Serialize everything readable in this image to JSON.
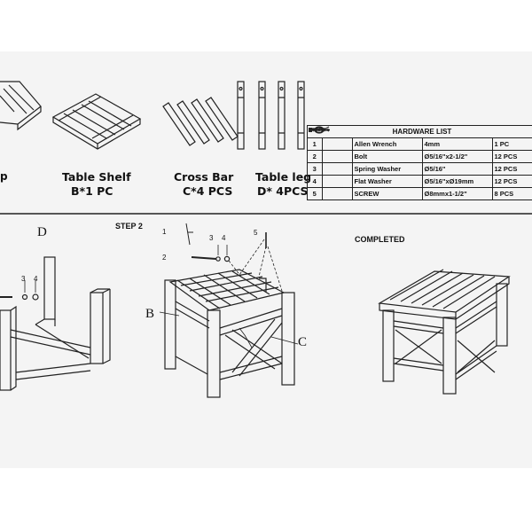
{
  "parts": {
    "shelf_name": "Table Shelf",
    "shelf_qty": "B*1 PC",
    "crossbar_name": "Cross Bar",
    "crossbar_qty": "C*4 PCS",
    "leg_name": "Table leg",
    "leg_qty": "D* 4PCS",
    "left_partial": "p"
  },
  "hardware": {
    "title": "HARDWARE LIST",
    "rows": [
      {
        "no": "1",
        "icon": "allen-wrench-icon",
        "name": "Allen Wrench",
        "spec": "4mm",
        "qty": "1 PC"
      },
      {
        "no": "2",
        "icon": "bolt-icon",
        "name": "Bolt",
        "spec": "Ø5/16\"x2-1/2\"",
        "qty": "12 PCS"
      },
      {
        "no": "3",
        "icon": "spring-washer-icon",
        "name": "Spring Washer",
        "spec": "Ø5/16\"",
        "qty": "12 PCS"
      },
      {
        "no": "4",
        "icon": "flat-washer-icon",
        "name": "Flat Washer",
        "spec": "Ø5/16\"xØ19mm",
        "qty": "12 PCS"
      },
      {
        "no": "5",
        "icon": "screw-icon",
        "name": "SCREW",
        "spec": "Ø8mmx1-1/2\"",
        "qty": "8 PCS"
      }
    ]
  },
  "steps": {
    "step2": "STEP 2",
    "completed": "COMPLETED"
  },
  "callouts": {
    "step1_letter": "D",
    "step1_n3": "3",
    "step1_n4": "4",
    "step2_n1": "1",
    "step2_n2": "2",
    "step2_n3": "3",
    "step2_n4": "4",
    "step2_n5": "5",
    "step2_b": "B",
    "step2_c": "C"
  }
}
